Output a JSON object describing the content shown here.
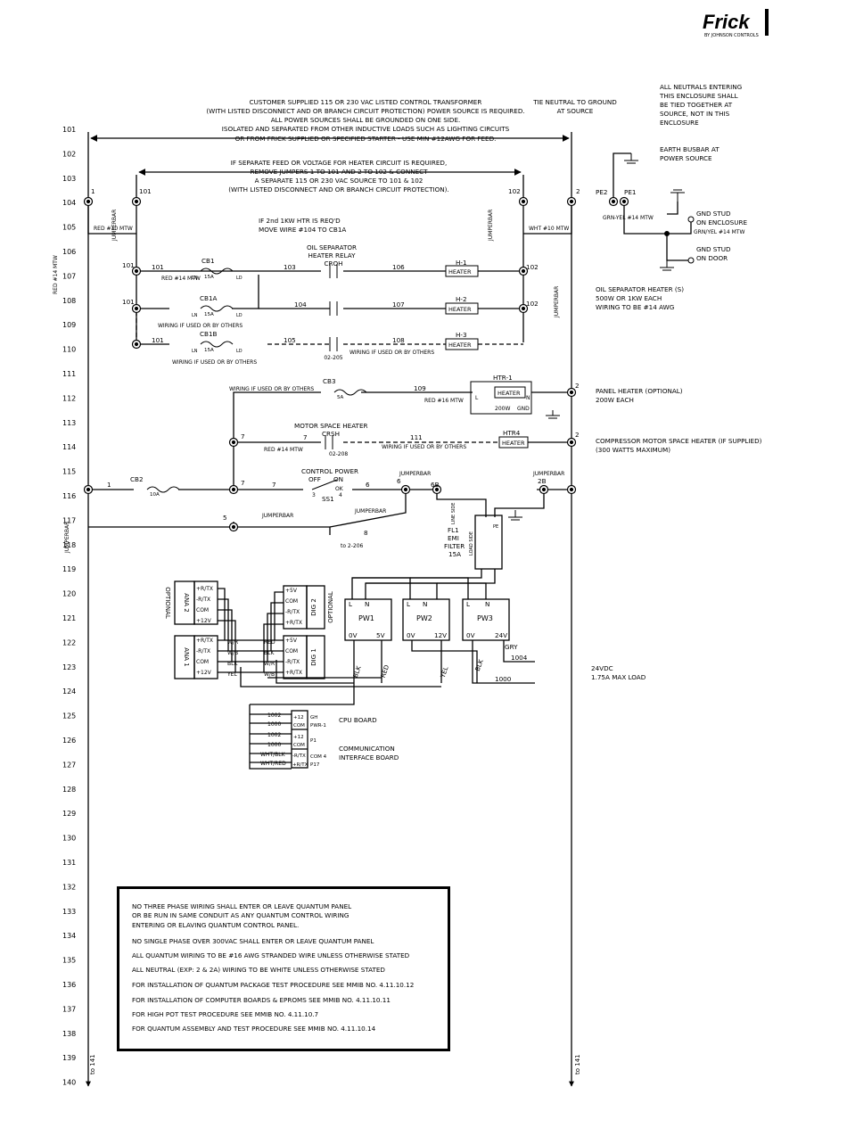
{
  "logo": {
    "brand": "Frick",
    "tagline": "BY JOHNSON CONTROLS"
  },
  "row_numbers": [
    "101",
    "102",
    "103",
    "104",
    "105",
    "106",
    "107",
    "108",
    "109",
    "110",
    "111",
    "112",
    "113",
    "114",
    "115",
    "116",
    "117",
    "118",
    "119",
    "120",
    "121",
    "122",
    "123",
    "124",
    "125",
    "126",
    "127",
    "128",
    "129",
    "130",
    "131",
    "132",
    "133",
    "134",
    "135",
    "136",
    "137",
    "138",
    "139",
    "140"
  ],
  "header_note_1": [
    "CUSTOMER SUPPLIED 115 OR 230 VAC LISTED CONTROL TRANSFORMER",
    "(WITH LISTED DISCONNECT AND OR BRANCH CIRCUIT PROTECTION) POWER SOURCE IS REQUIRED.",
    "ALL POWER SOURCES SHALL BE GROUNDED ON ONE SIDE.",
    "ISOLATED AND SEPARATED FROM OTHER INDUCTIVE LOADS SUCH AS LIGHTING CIRCUITS",
    "OR FROM FRICK SUPPLIED OR SPECIFIED STARTER - USE MIN #12AWG FOR FEED."
  ],
  "header_note_2": [
    "IF SEPARATE FEED OR VOLTAGE FOR HEATER CIRCUIT IS REQUIRED,",
    "REMOVE JUMPERS 1 TO 101 AND 2 TO 102 & CONNECT",
    "A SEPARATE 115 OR 230 VAC SOURCE TO 101 & 102",
    "(WITH LISTED DISCONNECT AND OR BRANCH CIRCUIT PROTECTION)."
  ],
  "tie_neutral": [
    "TIE NEUTRAL TO GROUND",
    "AT SOURCE"
  ],
  "neutral_note": [
    "ALL NEUTRALS ENTERING",
    "THIS ENCLOSURE SHALL",
    "BE TIED TOGETHER AT",
    "SOURCE, NOT IN THIS",
    "ENCLOSURE"
  ],
  "earth_busbar": [
    "EARTH BUSBAR AT",
    "POWER SOURCE"
  ],
  "ground": {
    "pe2": "PE2",
    "pe1": "PE1",
    "wire1": "GRN-YEL #14 MTW",
    "wire2": "GRN/YEL #14 MTW",
    "stud_enclosure": [
      "GND STUD",
      "ON ENCLOSURE"
    ],
    "stud_door": [
      "GND STUD",
      "ON DOOR"
    ]
  },
  "terminals": {
    "t1": "1",
    "t101": "101",
    "t102": "102",
    "t2": "2",
    "t5": "5",
    "t6": "6",
    "t6b": "6B",
    "t2b": "2B",
    "t7": "7"
  },
  "wires": {
    "red10": "RED #10 MTW",
    "wht10": "WHT #10 MTW",
    "red14": "RED #14 MTW",
    "red14b": "RED #14 MTW",
    "red16": "RED #16 MTW",
    "red14c": "RED #14 MTW",
    "jumperbar": "JUMPERBAR",
    "used_by_others": "WIRING IF USED OR BY OTHERS",
    "w101": "101",
    "w103": "103",
    "w106": "106",
    "w104": "104",
    "w107": "107",
    "w105": "105",
    "w108": "108",
    "w109": "109",
    "w111": "111",
    "w7": "7",
    "w1": "1",
    "w6": "6",
    "w8": "8",
    "to_2_206": "to 2-206"
  },
  "htr_note": [
    "IF 2nd 1KW HTR IS REQ'D",
    "MOVE WIRE #104 TO CB1A"
  ],
  "relay": {
    "title": [
      "OIL SEPARATOR",
      "HEATER RELAY"
    ],
    "name": "CROH",
    "ref": "02-205",
    "crsh": "CRSH",
    "crsh_ref": "02-208"
  },
  "breakers": {
    "cb1": "CB1",
    "cb1a": "CB1A",
    "cb1b": "CB1B",
    "cb2": "CB2",
    "cb3": "CB3",
    "rating15": "15A",
    "rating5": "5A",
    "rating10": "10A",
    "ln": "LN",
    "ld": "LD"
  },
  "heaters": {
    "h1": "H-1",
    "h2": "H-2",
    "h3": "H-3",
    "label": "HEATER",
    "htr1": "HTR-1",
    "htr4": "HTR4",
    "w200": "200W",
    "gnd": "GND",
    "l": "L",
    "n": "N"
  },
  "side_notes": {
    "oil_sep": [
      "OIL SEPARATOR HEATER (S)",
      "500W OR 1KW EACH",
      "WIRING TO BE #14 AWG"
    ],
    "panel_heater": [
      "PANEL HEATER (OPTIONAL)",
      "200W EACH"
    ],
    "motor_heater": [
      "COMPRESSOR MOTOR SPACE HEATER (IF SUPPLIED)",
      "(300 WATTS MAXIMUM)"
    ],
    "vdc": [
      "24VDC",
      "1.75A MAX LOAD"
    ]
  },
  "motor_space_heater": "MOTOR SPACE HEATER",
  "control_power": {
    "title": "CONTROL POWER",
    "off": "OFF",
    "on": "ON",
    "ss1": "SS1",
    "n3": "3",
    "n4": "4",
    "ok": "OK"
  },
  "filter": {
    "name": "FL1",
    "type": "EMI",
    "label": "FILTER",
    "rating": "15A",
    "line": "LINE SIDE",
    "load": "LOAD SIDE",
    "pe": "PE"
  },
  "power_supplies": [
    {
      "name": "PW1",
      "l": "L",
      "n": "N",
      "out1": "0V",
      "out2": "5V"
    },
    {
      "name": "PW2",
      "l": "L",
      "n": "N",
      "out1": "0V",
      "out2": "12V"
    },
    {
      "name": "PW3",
      "l": "L",
      "n": "N",
      "out1": "0V",
      "out2": "24V"
    }
  ],
  "wire_colors": {
    "blk": "BLK",
    "red": "RED",
    "yel": "YEL",
    "gry": "GRY",
    "wr": "W/R",
    "wb": "W/B"
  },
  "wire_nums": {
    "n1004": "1004",
    "n1000": "1000",
    "n1002": "1002"
  },
  "ana2": {
    "name": "ANA 2",
    "pins": [
      "+R/TX",
      "-R/TX",
      "COM",
      "+12V"
    ],
    "optional": "OPTIONAL"
  },
  "ana1": {
    "name": "ANA 1",
    "pins": [
      "+R/TX",
      "-R/TX",
      "COM",
      "+12V"
    ]
  },
  "dig2": {
    "name": "DIG 2",
    "pins": [
      "+5V",
      "COM",
      "-R/TX",
      "+R/TX"
    ],
    "optional": "OPTIONAL"
  },
  "dig1": {
    "name": "DIG 1",
    "pins": [
      "+5V",
      "COM",
      "-R/TX",
      "+R/TX"
    ]
  },
  "cpu": {
    "rows": [
      "1002",
      "1000",
      "1002",
      "1000",
      "WHT/BLK",
      "WHT/RED"
    ],
    "pins": [
      "+12",
      "COM",
      "+12",
      "COM",
      "-R/TX",
      "+R/TX"
    ],
    "conn": [
      "GH",
      "PWR-1",
      "P1",
      "COM 4",
      "P17"
    ],
    "cpu_label": "CPU BOARD",
    "comm_label": [
      "COMMUNICATION",
      "INTERFACE BOARD"
    ]
  },
  "notes": [
    "NO THREE PHASE WIRING SHALL ENTER OR LEAVE QUANTUM PANEL",
    "OR BE RUN IN SAME CONDUIT AS ANY QUANTUM CONTROL WIRING",
    "ENTERING OR ELAVING QUANTUM CONTROL PANEL.",
    "NO SINGLE PHASE OVER 300VAC SHALL ENTER OR LEAVE QUANTUM PANEL",
    "ALL QUANTUM WIRING TO BE #16 AWG STRANDED WIRE UNLESS OTHERWISE STATED",
    "ALL NEUTRAL (EXP: 2 & 2A) WIRING TO BE WHITE UNLESS OTHERWISE STATED",
    "FOR INSTALLATION OF QUANTUM PACKAGE TEST PROCEDURE SEE MMIB NO. 4.11.10.12",
    "FOR INSTALLATION OF COMPUTER BOARDS & EPROMS SEE MMIB NO. 4.11.10.11",
    "FOR HIGH POT TEST PROCEDURE SEE MMIB NO. 4.11.10.7",
    "FOR QUANTUM ASSEMBLY AND TEST PROCEDURE SEE MMIB NO. 4.11.10.14"
  ],
  "to_141": "to 141"
}
